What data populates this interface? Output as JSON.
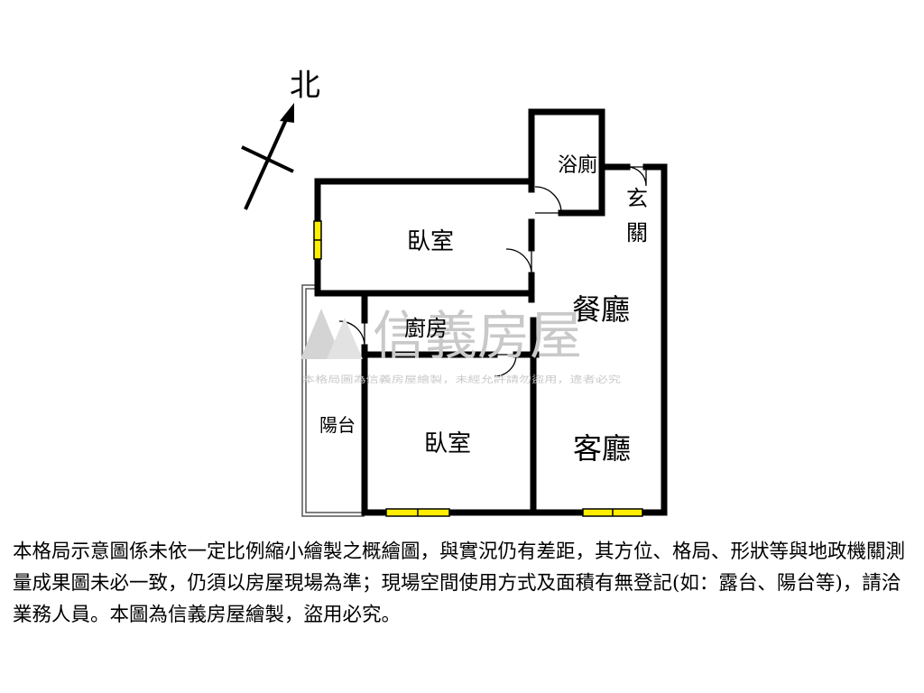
{
  "compass": {
    "label": "北"
  },
  "rooms": {
    "bathroom": "浴廁",
    "entrance_line1": "玄",
    "entrance_line2": "關",
    "bedroom_top": "臥室",
    "dining": "餐廳",
    "kitchen": "廚房",
    "balcony": "陽台",
    "bedroom_bottom": "臥室",
    "living": "客廳"
  },
  "watermark": {
    "brand": "信義房屋",
    "notice": "本格局圖為信義房屋繪製，未經允許請勿盜用，違者必究"
  },
  "disclaimer": "本格局示意圖係未依一定比例縮小繪製之概繪圖，與實況仍有差距，其方位、格局、形狀等與地政機關測量成果圖未必一致，仍須以房屋現場為準；現場空間使用方式及面積有無登記(如：露台、陽台等)，請洽業務人員。本圖為信義房屋繪製，盜用必究。",
  "colors": {
    "wall": "#000000",
    "window": "#ffee00",
    "watermark": "#c9c9c9"
  }
}
